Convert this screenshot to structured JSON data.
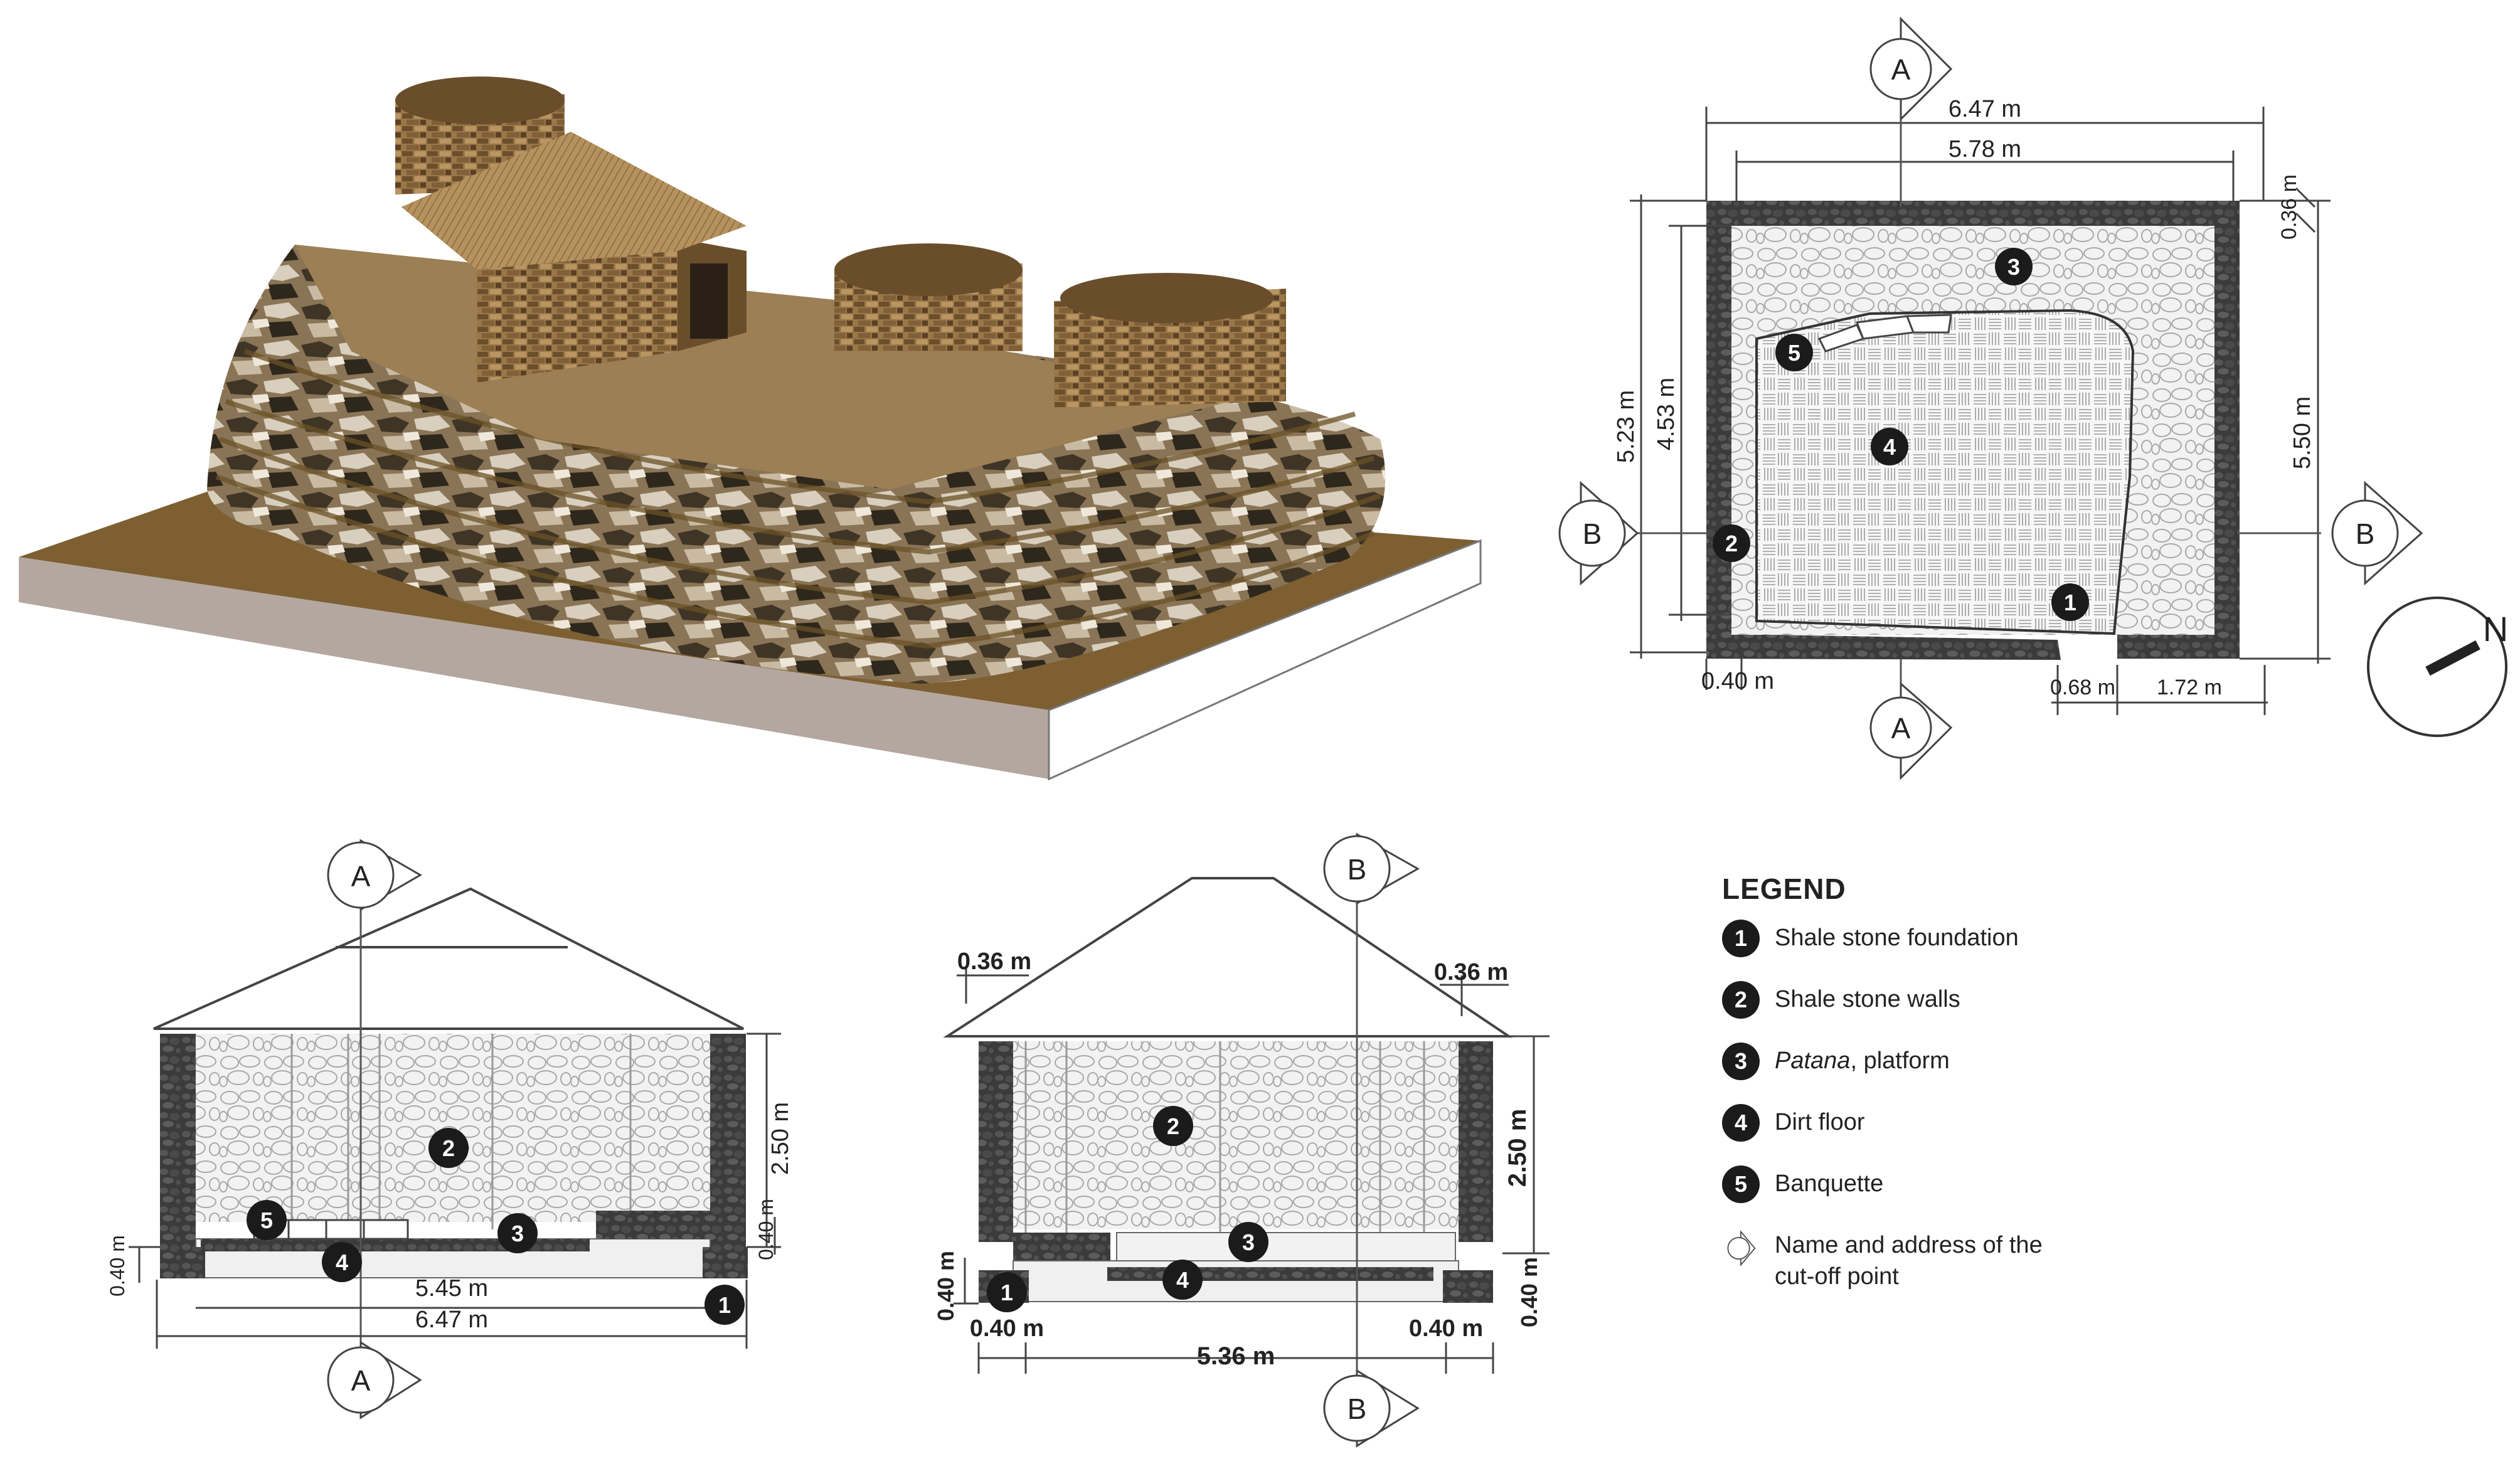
{
  "plan": {
    "cut_a": "A",
    "cut_b": "B",
    "dim_overall_width": "6.47 m",
    "dim_inner_width": "5.78 m",
    "dim_wall_top": "0.36 m",
    "dim_height_outer": "5.23 m",
    "dim_height_inner": "4.53 m",
    "dim_height_right": "5.50 m",
    "dim_wall_left": "0.40 m",
    "dim_door": "0.68 m",
    "dim_right_seg": "1.72 m",
    "north": "N",
    "markers": [
      "1",
      "2",
      "3",
      "4",
      "5"
    ]
  },
  "section_a": {
    "cut_label": "A",
    "dim_height": "2.50 m",
    "dim_base_left": "0.40 m",
    "dim_base_right": "0.40 m",
    "dim_inner": "5.45 m",
    "dim_outer": "6.47 m",
    "markers": [
      "1",
      "2",
      "3",
      "4",
      "5"
    ]
  },
  "section_b": {
    "cut_label": "B",
    "dim_roof_left": "0.36 m",
    "dim_roof_right": "0.36 m",
    "dim_height": "2.50 m",
    "dim_base_left_v": "0.40 m",
    "dim_base_right_v": "0.40 m",
    "dim_base_left_h": "0.40 m",
    "dim_base_right_h": "0.40 m",
    "dim_inner": "5.36 m",
    "markers": [
      "1",
      "2",
      "3",
      "4"
    ]
  },
  "legend": {
    "title": "LEGEND",
    "items": [
      {
        "num": "1",
        "text": "Shale stone foundation"
      },
      {
        "num": "2",
        "text": "Shale stone walls"
      },
      {
        "num": "3",
        "text_italic": "Patana",
        "text_rest": ", platform"
      },
      {
        "num": "4",
        "text": "Dirt floor"
      },
      {
        "num": "5",
        "text": "Banquette"
      }
    ],
    "cut_text_line1": "Name and address of the",
    "cut_text_line2": "cut-off point"
  }
}
